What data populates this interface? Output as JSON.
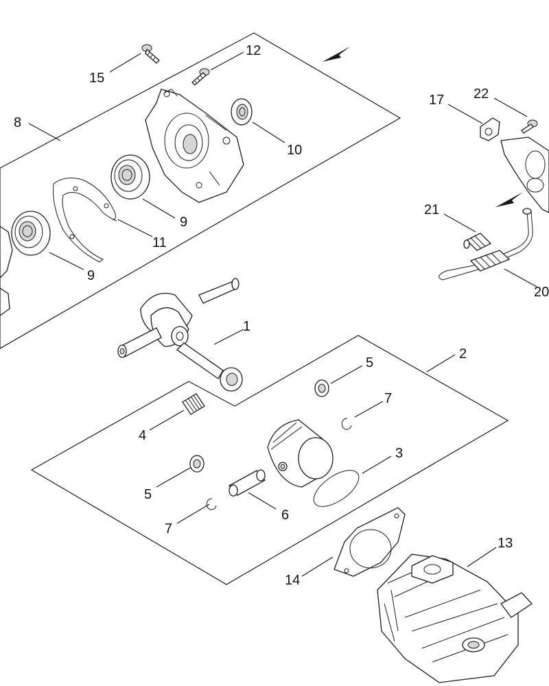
{
  "callouts": {
    "c1": "1",
    "c2": "2",
    "c3": "3",
    "c4": "4",
    "c5a": "5",
    "c5b": "5",
    "c6": "6",
    "c7a": "7",
    "c7b": "7",
    "c8": "8",
    "c9a": "9",
    "c9b": "9",
    "c10": "10",
    "c11": "11",
    "c12": "12",
    "c13": "13",
    "c14": "14",
    "c15": "15",
    "c17": "17",
    "c20": "20",
    "c21": "21",
    "c22": "22"
  },
  "colors": {
    "line": "#1a1a1a",
    "background": "#ffffff",
    "shade": "#d6d6d6"
  }
}
